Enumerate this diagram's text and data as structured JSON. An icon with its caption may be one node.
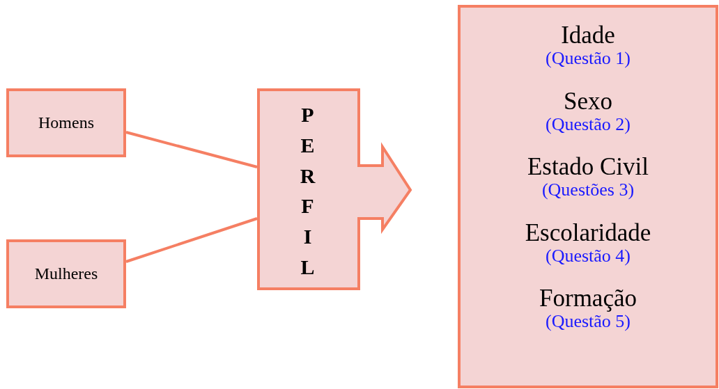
{
  "diagram": {
    "nodes": [
      {
        "text": [
          "Homens"
        ]
      },
      {
        "text": [
          "Mulheres"
        ]
      },
      {
        "text": [
          "PERFIL"
        ]
      },
      {
        "text": [
          "Idade",
          "(Questão 1)",
          "Sexo",
          "(Questão 2)",
          "Estado Civil",
          "(Questões 3)",
          "Escolaridade",
          "(Questão 4)",
          "Formação",
          "(Questão 5)"
        ]
      }
    ],
    "edges": [
      {
        "from": 0,
        "to": 2,
        "arrow": "none"
      },
      {
        "from": 1,
        "to": 2,
        "arrow": "none"
      }
    ]
  }
}
